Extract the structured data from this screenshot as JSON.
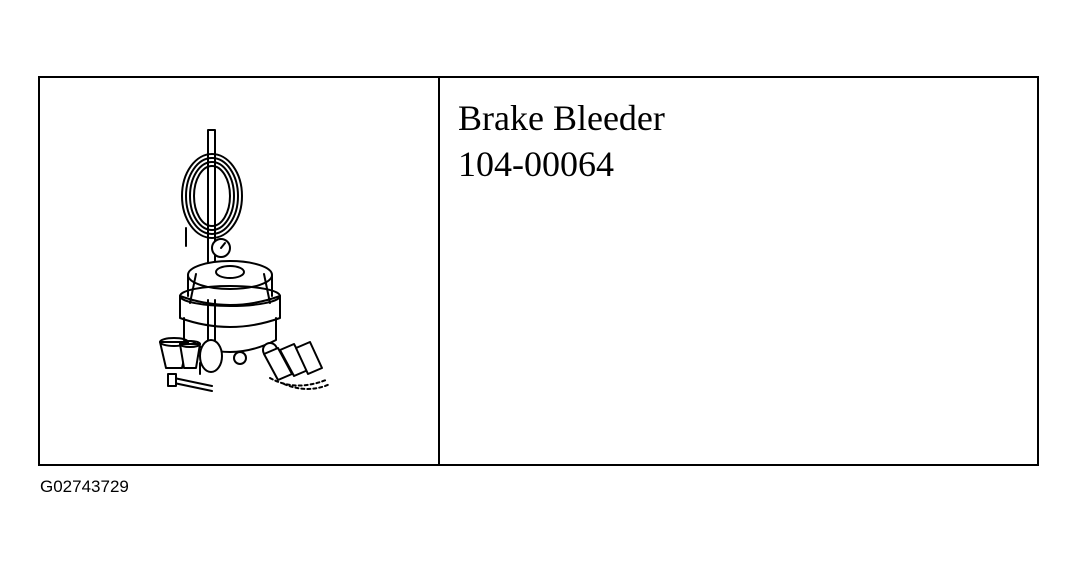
{
  "tool": {
    "name": "Brake Bleeder",
    "number": "104-00064",
    "illustration_icon": "brake-bleeder-kit-icon"
  },
  "figure_id": "G02743729",
  "colors": {
    "line": "#000000",
    "background": "#ffffff"
  }
}
